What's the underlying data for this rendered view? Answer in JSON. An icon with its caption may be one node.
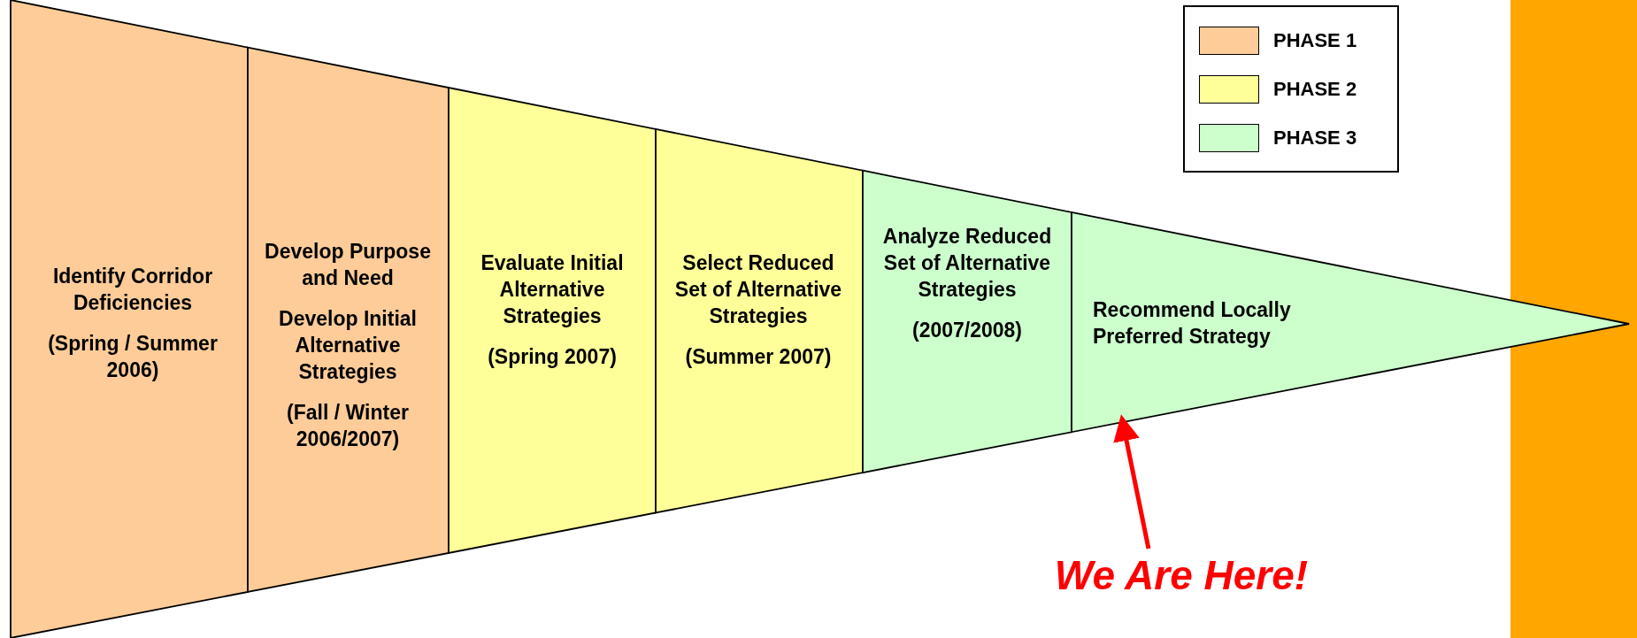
{
  "diagram": {
    "nodes": [
      {
        "text": [
          "Identify Corridor Deficiencies",
          "(Spring / Summer 2006)"
        ]
      },
      {
        "text": [
          "Develop Purpose and Need",
          "Develop Initial Alternative Strategies",
          "(Fall / Winter 2006/2007)"
        ]
      },
      {
        "text": [
          "Evaluate Initial Alternative Strategies",
          "(Spring 2007)"
        ]
      },
      {
        "text": [
          "Select Reduced Set of Alternative Strategies",
          "(Summer 2007)"
        ]
      },
      {
        "text": [
          "Analyze Reduced Set of Alternative Strategies",
          "(2007/2008)"
        ]
      },
      {
        "text": [
          "Recommend Locally Preferred Strategy"
        ]
      },
      {
        "text": [
          "We Are Here!"
        ]
      },
      {
        "text": [],
        "shape": "bar"
      }
    ],
    "edges": [
      {
        "from": 6,
        "to": 5,
        "arrow": "to",
        "color": "#ff0000"
      }
    ],
    "legend": [
      {
        "text": "PHASE 1",
        "color": "#fecc99"
      },
      {
        "text": "PHASE 2",
        "color": "#ffff99"
      },
      {
        "text": "PHASE 3",
        "color": "#ccffcc"
      }
    ]
  }
}
